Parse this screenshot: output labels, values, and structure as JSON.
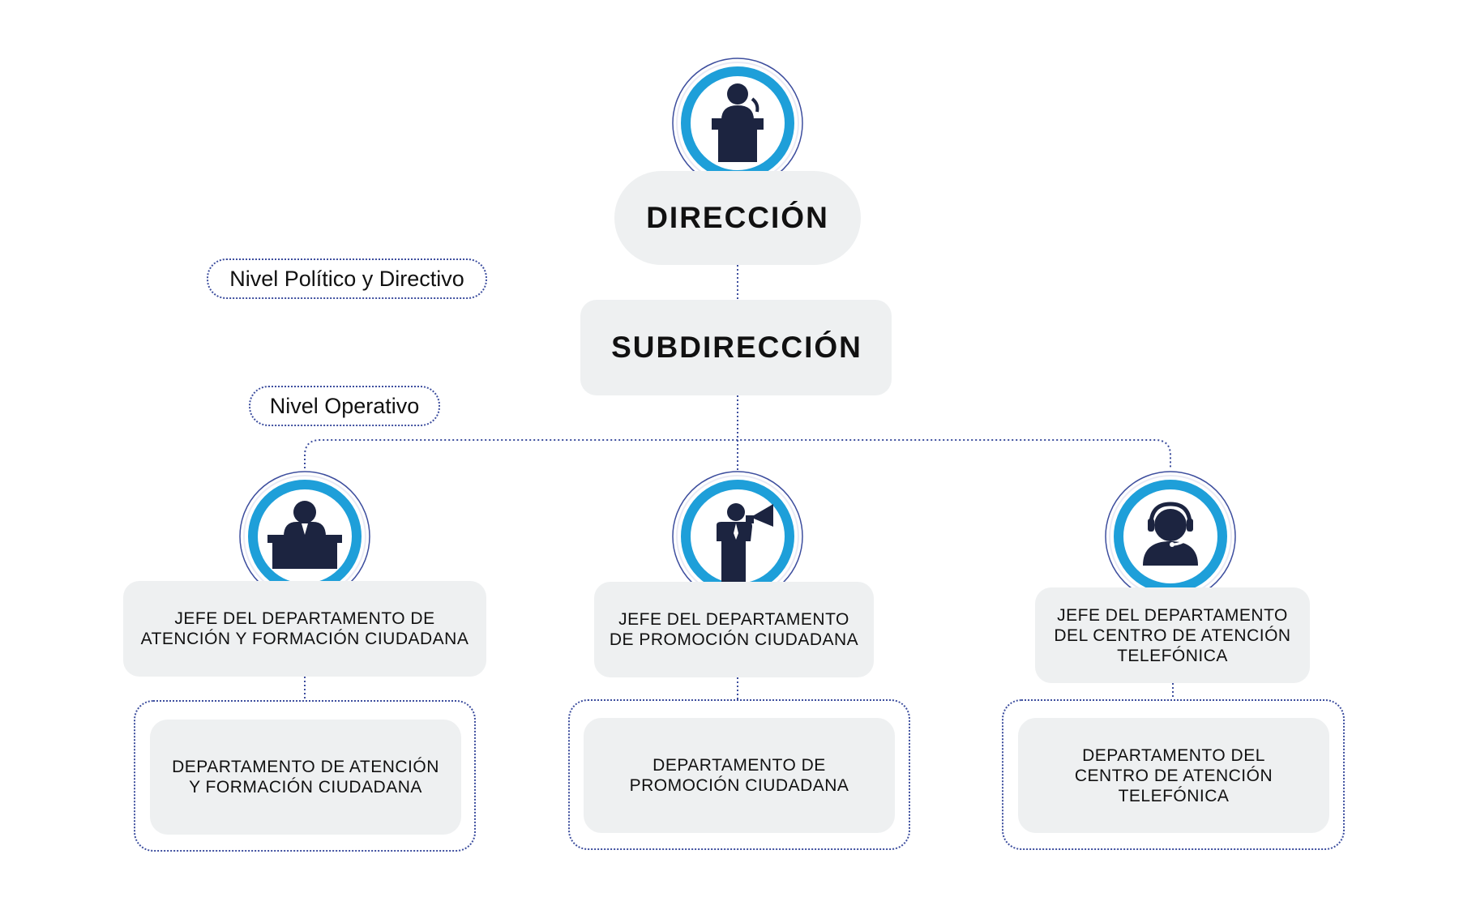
{
  "direccion": {
    "label": "DIRECCIÓN",
    "icon": "speaker-podium-icon"
  },
  "subdireccion": {
    "label": "SUBDIRECCIÓN"
  },
  "levels": {
    "politico": "Nivel Político y Directivo",
    "operativo": "Nivel Operativo"
  },
  "departments": [
    {
      "jefe_label": "JEFE DEL DEPARTAMENTO DE\nATENCIÓN Y FORMACIÓN CIUDADANA",
      "dept_label": "DEPARTAMENTO DE ATENCIÓN\nY FORMACIÓN CIUDADANA",
      "icon": "person-at-desk-icon"
    },
    {
      "jefe_label": "JEFE DEL DEPARTAMENTO\nDE PROMOCIÓN CIUDADANA",
      "dept_label": "DEPARTAMENTO DE\nPROMOCIÓN CIUDADANA",
      "icon": "person-megaphone-icon"
    },
    {
      "jefe_label": "JEFE DEL DEPARTAMENTO\nDEL CENTRO DE ATENCIÓN\nTELEFÓNICA",
      "dept_label": "DEPARTAMENTO DEL\nCENTRO DE ATENCIÓN\nTELEFÓNICA",
      "icon": "headset-operator-icon"
    }
  ],
  "colors": {
    "ring": "#1e9fd9",
    "ring_outline": "#3d4e9e",
    "icon": "#1c2440",
    "box_fill": "#eef0f1",
    "connector": "#3d4e9e"
  }
}
